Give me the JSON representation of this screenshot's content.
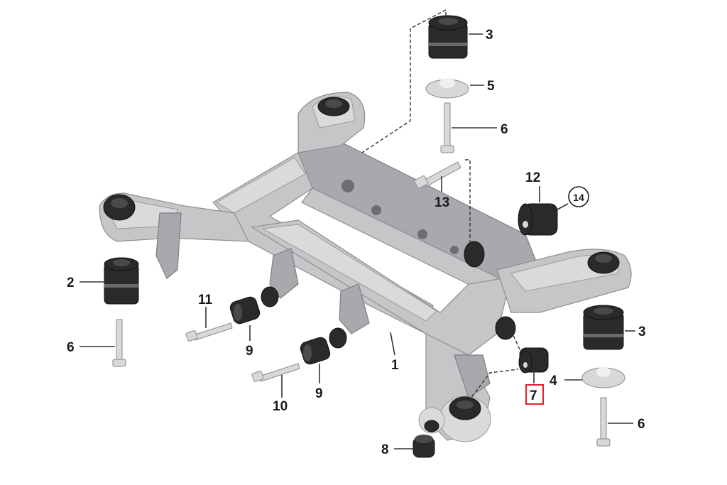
{
  "callouts": {
    "c1": "1",
    "c2": "2",
    "c3a": "3",
    "c3b": "3",
    "c4": "4",
    "c5": "5",
    "c6a": "6",
    "c6b": "6",
    "c6c": "6",
    "c7": "7",
    "c8": "8",
    "c9a": "9",
    "c9b": "9",
    "c10": "10",
    "c11": "11",
    "c12": "12",
    "c13": "13",
    "c14": "14"
  },
  "highlight": {
    "part": "7",
    "color": "#e0202a"
  }
}
